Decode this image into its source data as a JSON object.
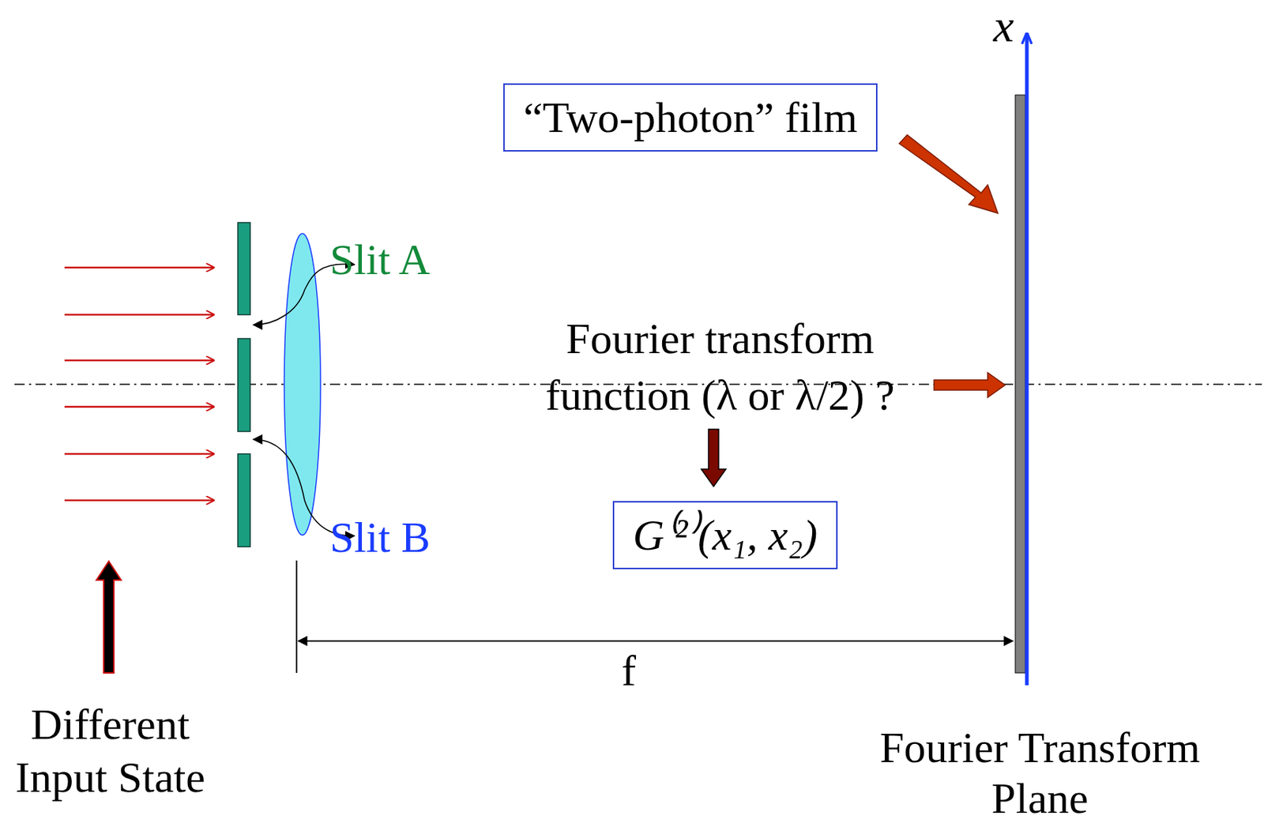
{
  "diagram": {
    "nodes": [
      {
        "text": [
          "“Two-photon” film"
        ]
      },
      {
        "text": [
          "G⁽²⁾(x₁, x₂)"
        ]
      }
    ],
    "labels": [
      "x",
      "Slit A",
      "Fourier transform function (λ or λ/2) ?",
      "Slit B",
      "f",
      "Different Input State",
      "Fourier Transform Plane"
    ]
  }
}
